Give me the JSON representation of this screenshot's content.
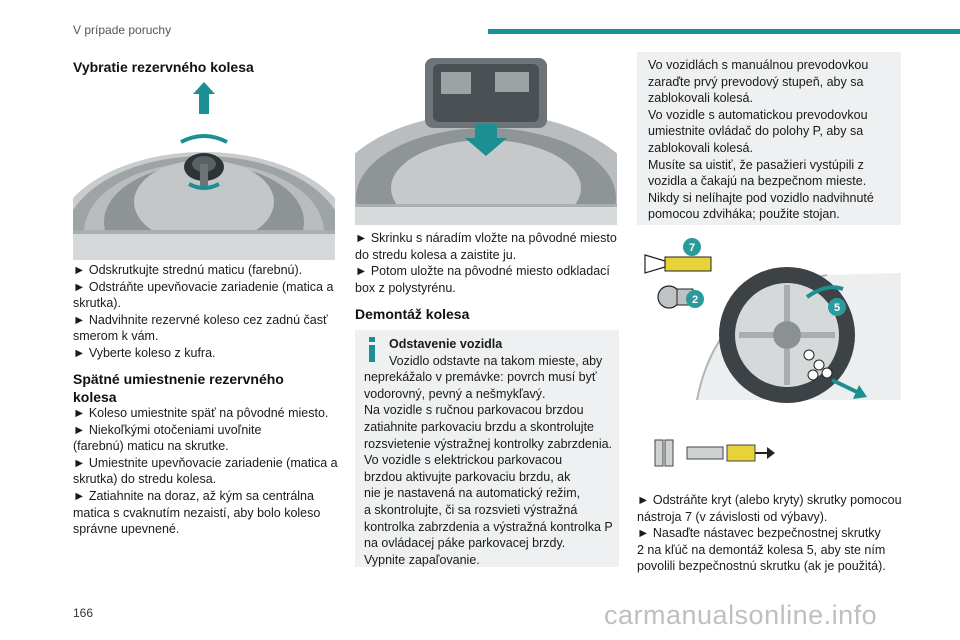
{
  "header": {
    "section": "V prípade poruchy"
  },
  "col1": {
    "heading1": "Vybratie rezervného kolesa",
    "steps1": [
      "► Odskrutkujte strednú maticu (farebnú).",
      "► Odstráňte upevňovacie zariadenie (matica a",
      "skrutka).",
      "► Nadvihnite rezervné koleso cez zadnú časť",
      "smerom k vám.",
      "► Vyberte koleso z kufra."
    ],
    "heading2_line1": "Spätné umiestnenie rezervného",
    "heading2_line2": "kolesa",
    "steps2": [
      "► Koleso umiestnite späť na pôvodné miesto.",
      "► Niekoľkými otočeniami uvoľnite",
      "(farebnú) maticu na skrutke.",
      "►  Umiestnite upevňovacie zariadenie (matica a",
      "skrutka) do stredu kolesa.",
      "► Zatiahnite na doraz, až kým sa centrálna",
      "matica s cvaknutím nezaistí, aby bolo koleso",
      "správne upevnené."
    ]
  },
  "col2": {
    "steps": [
      "► Skrinku s náradím vložte na pôvodné miesto",
      "do stredu kolesa a zaistite ju.",
      "► Potom uložte na pôvodné miesto odkladací",
      "box z polystyrénu."
    ],
    "heading": "Demontáž kolesa",
    "note_title": "Odstavenie vozidla",
    "note_lines": [
      "Vozidlo odstavte na takom mieste, aby",
      "neprekážalo v premávke: povrch musí byť",
      "vodorovný, pevný a nešmykľavý.",
      "Na vozidle s ručnou parkovacou brzdou",
      "zatiahnite parkovaciu brzdu a skontrolujte",
      "rozsvietenie výstražnej kontrolky zabrzdenia.",
      "Vo vozidle s elektrickou parkovacou",
      "brzdou aktivujte parkovaciu brzdu, ak",
      "nie je nastavená na automatický režim,",
      "a skontrolujte, či sa rozsvieti výstražná",
      "kontrolka zabrzdenia a výstražná kontrolka P",
      "na ovládacej páke parkovacej brzdy.",
      "Vypnite zapaľovanie."
    ]
  },
  "col3": {
    "box_lines": [
      "Vo vozidlách s manuálnou prevodovkou",
      "zaraďte prvý prevodový stupeň, aby sa",
      "zablokovali kolesá.",
      "Vo vozidle s automatickou prevodovkou",
      "umiestnite ovládač do polohy P, aby sa",
      "zablokovali kolesá.",
      "Musíte sa uistiť, že pasažieri vystúpili z",
      "vozidla a čakajú na bezpečnom mieste.",
      "Nikdy si nelíhajte pod vozidlo nadvihnuté",
      "pomocou zdviháka; použite stojan."
    ],
    "callouts": [
      "7",
      "2",
      "5"
    ],
    "steps": [
      "► Odstráňte kryt (alebo kryty) skrutky pomocou",
      "nástroja 7 (v závislosti od výbavy).",
      "► Nasaďte nástavec bezpečnostnej skrutky",
      "2 na kľúč na demontáž kolesa 5, aby ste ním",
      "povolili bezpečnostnú skrutku (ak je použitá)."
    ]
  },
  "footer": {
    "page_number": "166",
    "watermark": "carmanualsonline.info"
  },
  "colors": {
    "accent": "#1b8f91",
    "callout": "#2a9a9c",
    "notebox": "#eef0f1"
  }
}
